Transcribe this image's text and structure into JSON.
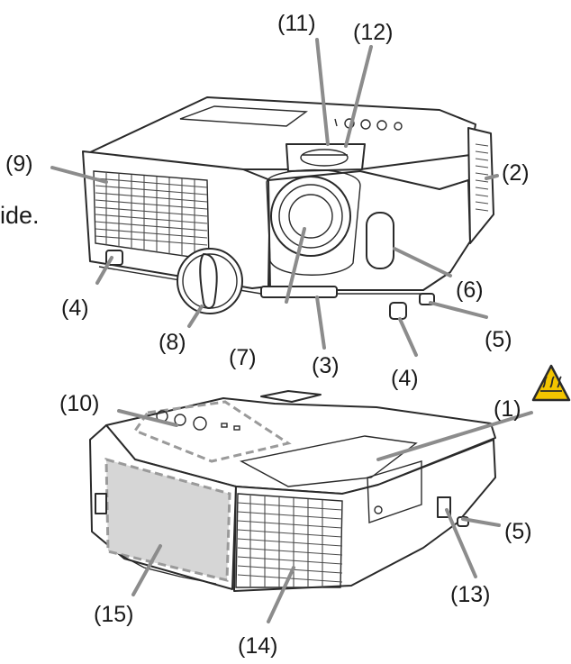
{
  "side_text": "ide.",
  "labels": {
    "l1": "(1)",
    "l2": "(2)",
    "l3": "(3)",
    "l4a": "(4)",
    "l4b": "(4)",
    "l5a": "(5)",
    "l5b": "(5)",
    "l6": "(6)",
    "l7": "(7)",
    "l8": "(8)",
    "l9": "(9)",
    "l10": "(10)",
    "l11": "(11)",
    "l12": "(12)",
    "l13": "(13)",
    "l14": "(14)",
    "l15": "(15)"
  },
  "icons": {
    "hot_surface": "hot-surface-warning-icon"
  },
  "colors": {
    "warning_fill": "#f3c500",
    "leader": "#8c8c8c",
    "outline": "#2a2a2a",
    "panel": "#d6d6d6"
  }
}
